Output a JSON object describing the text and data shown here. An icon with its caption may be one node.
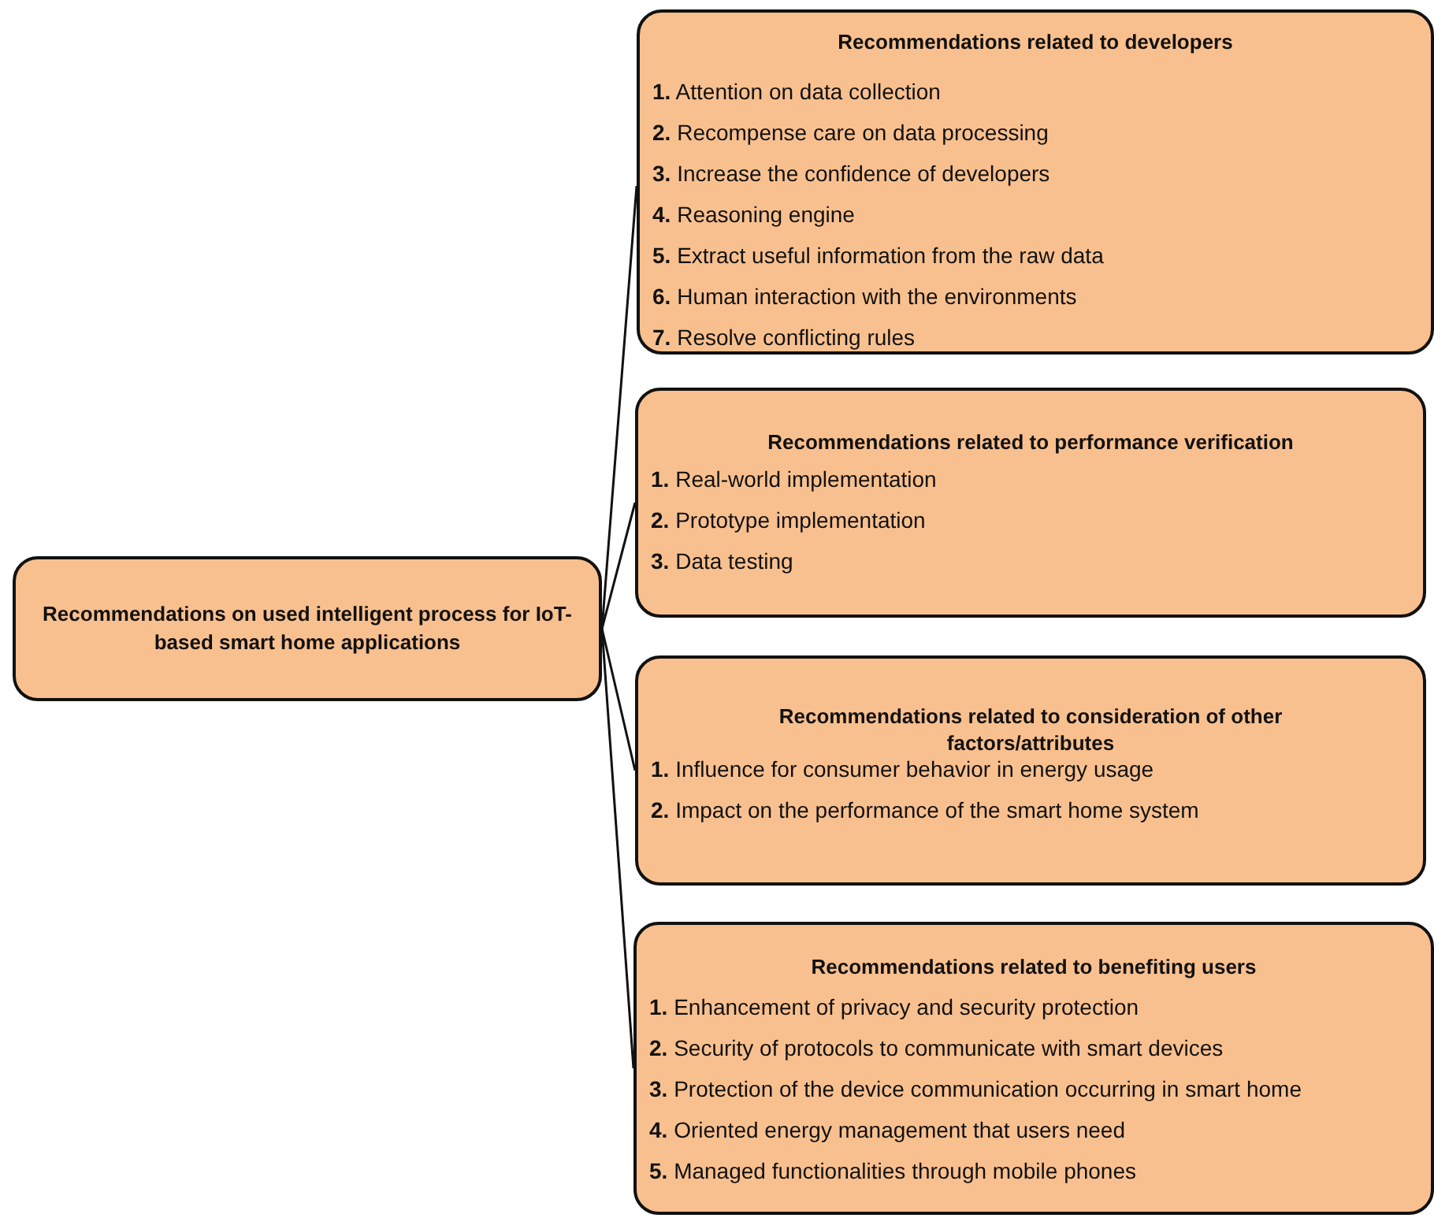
{
  "diagram": {
    "nodes": [
      {
        "text": [
          "Recommendations on used intelligent process for IoT-based smart home applications"
        ]
      },
      {
        "text": [
          "Recommendations related to developers",
          "**1.** Attention on data collection",
          "**2.** Recompense care on data processing",
          "**3.** Increase the confidence of developers",
          "**4.** Reasoning engine",
          "**5.** Extract useful information from the raw data",
          "**6.** Human interaction with the environments",
          "**7.** Resolve conflicting rules"
        ]
      },
      {
        "text": [
          "Recommendations related to performance verification",
          "**1.** Real-world implementation",
          "**2.** Prototype implementation",
          "**3.** Data testing"
        ]
      },
      {
        "text": [
          "Recommendations related to consideration of other factors/attributes",
          "**1.** Influence for consumer behavior in energy usage",
          "**2.** Impact on the performance of  the smart home system"
        ]
      },
      {
        "text": [
          "Recommendations related to benefiting users",
          "**1.** Enhancement of privacy and security protection",
          "**2.** Security of protocols to communicate with smart devices",
          "**3.** Protection of  the device communication occurring in smart home",
          "**4.** Oriented energy management that users need",
          "**5.** Managed functionalities through mobile phones"
        ]
      }
    ],
    "edges": [
      {
        "from": 0,
        "to": 1,
        "arrow": "none"
      },
      {
        "from": 0,
        "to": 2,
        "arrow": "none"
      },
      {
        "from": 0,
        "to": 3,
        "arrow": "none"
      },
      {
        "from": 0,
        "to": 4,
        "arrow": "none"
      }
    ]
  }
}
